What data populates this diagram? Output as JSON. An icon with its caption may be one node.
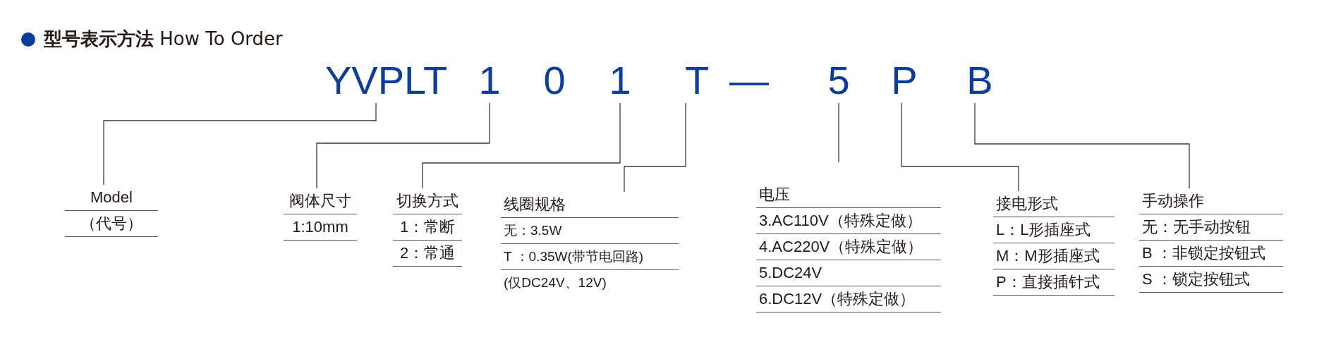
{
  "diagram": {
    "title": "**型号表示方法** How To Order",
    "nodes": [
      {
        "text": [
          "YVPLT"
        ]
      },
      {
        "text": [
          "1"
        ]
      },
      {
        "text": [
          "0"
        ]
      },
      {
        "text": [
          "1"
        ]
      },
      {
        "text": [
          "T"
        ]
      },
      {
        "text": [
          "—"
        ]
      },
      {
        "text": [
          "5"
        ]
      },
      {
        "text": [
          "P"
        ]
      },
      {
        "text": [
          "B"
        ]
      },
      {
        "text": [
          "Model",
          "（代号）"
        ]
      },
      {
        "text": [
          "阀体尺寸",
          "1:10mm"
        ]
      },
      {
        "text": [
          "切换方式",
          "1：常断",
          "2：常通"
        ]
      },
      {
        "text": [
          "线圈规格",
          "无：3.5W",
          "T ：0.35W(带节电回路)",
          "(仅DC24V、12V)"
        ]
      },
      {
        "text": [
          "电压",
          "3.AC110V（特殊定做）",
          "4.AC220V（特殊定做）",
          "5.DC24V",
          "6.DC12V（特殊定做）"
        ]
      },
      {
        "text": [
          "接电形式",
          "L：L形插座式",
          "M：M形插座式",
          "P：直接插针式"
        ]
      },
      {
        "text": [
          "手动操作",
          "无：无手动按钮",
          "B ：非锁定按钮式",
          "S ：锁定按钮式"
        ]
      }
    ],
    "edges": [
      {
        "from": 0,
        "to": 9,
        "arrow": "none"
      },
      {
        "from": 1,
        "to": 10,
        "arrow": "none"
      },
      {
        "from": 3,
        "to": 11,
        "arrow": "none"
      },
      {
        "from": 4,
        "to": 12,
        "arrow": "none"
      },
      {
        "from": 6,
        "to": 13,
        "arrow": "none"
      },
      {
        "from": 7,
        "to": 14,
        "arrow": "none"
      },
      {
        "from": 8,
        "to": 15,
        "arrow": "none"
      }
    ]
  }
}
